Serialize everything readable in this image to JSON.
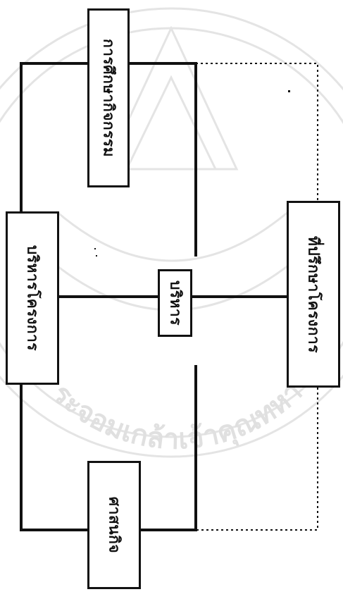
{
  "diagram": {
    "nodes": {
      "activities": "การศึกษากิจกรรม",
      "manage_project": "บริหารโครงการ",
      "admin": "บริหาร",
      "advisor": "ที่ปรึกษาโครงการ",
      "religion": "ศาสนกิจ"
    },
    "watermark": {
      "arc_text": "พระจอมเกล้าเจ้าคุณทหาร"
    }
  }
}
